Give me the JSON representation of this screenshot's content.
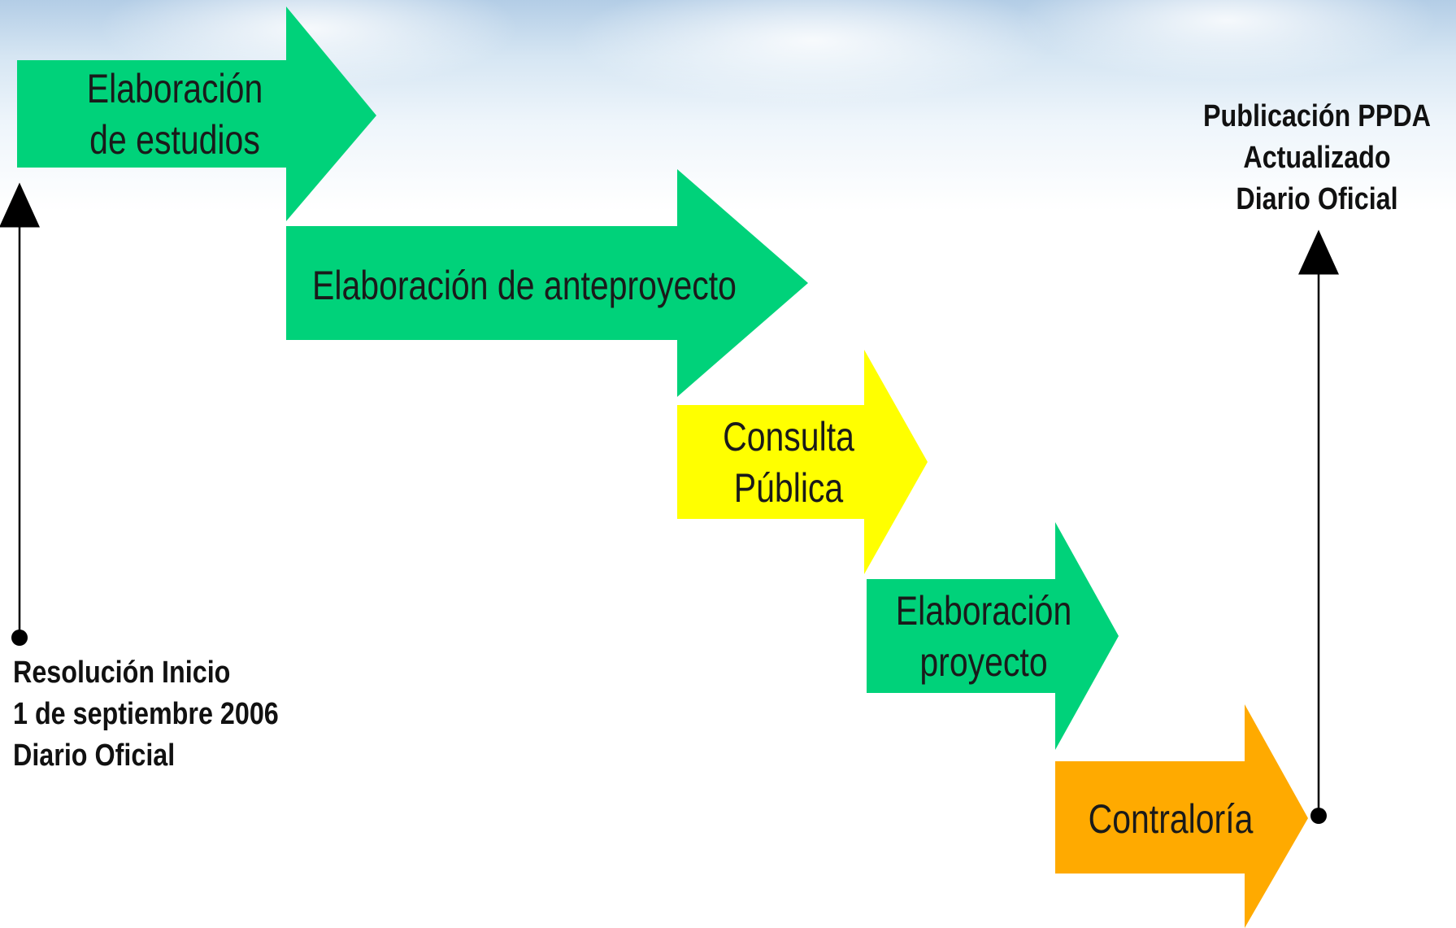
{
  "colors": {
    "green": "#00d27a",
    "yellow": "#ffff00",
    "orange": "#ffaa00",
    "line": "#000000"
  },
  "steps": [
    {
      "label": "Elaboración\nde estudios",
      "color": "green"
    },
    {
      "label": "Elaboración de anteproyecto",
      "color": "green"
    },
    {
      "label": "Consulta\nPública",
      "color": "yellow"
    },
    {
      "label": "Elaboración\nproyecto",
      "color": "green"
    },
    {
      "label": "Contraloría",
      "color": "orange"
    }
  ],
  "milestones": {
    "start": "Resolución Inicio\n1 de septiembre 2006\nDiario Oficial",
    "end": "Publicación PPDA\nActualizado\nDiario Oficial"
  }
}
